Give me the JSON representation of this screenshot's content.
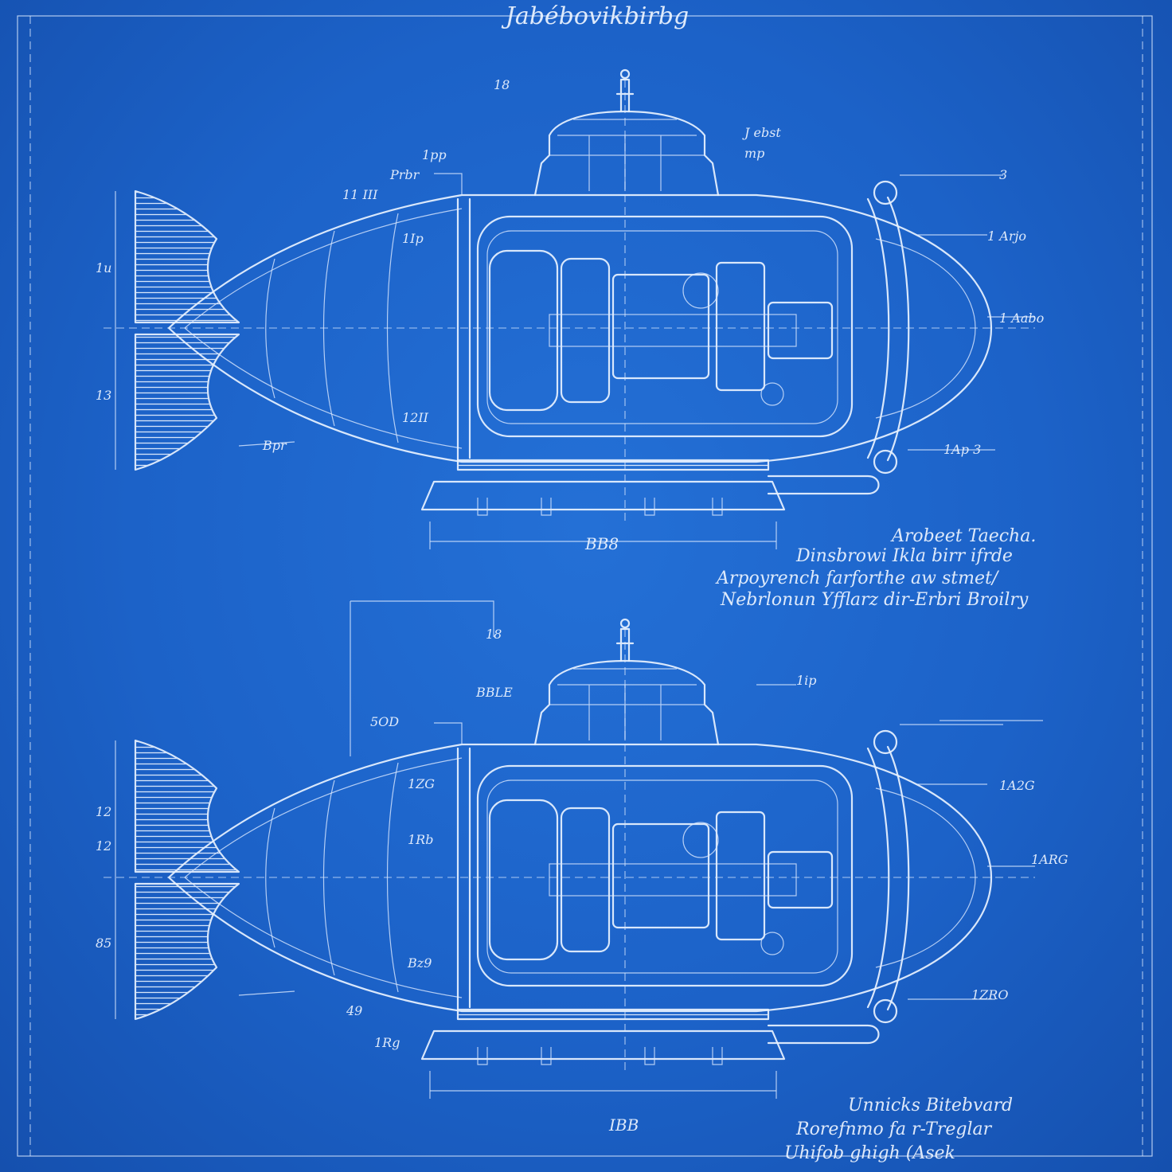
{
  "title": "Jabébovikbirbg",
  "colors": {
    "paper": "#1c62c8",
    "ink": "#e8f2ff"
  },
  "top_view": {
    "labels": {
      "mast": "18",
      "tower_note_1": "J ebst",
      "tower_note_2": "mp",
      "hatch": "3",
      "upper_left": "Prbr",
      "upper_left_2": "11 III",
      "top_mark": "1pp",
      "fin_upper": "1u",
      "fin_lower": "13",
      "right_upper": "1 Arjo",
      "right_mid": "1 Aabo",
      "right_lower": "1Ap 3",
      "hull_a": "1Ip",
      "hull_b": "12II",
      "bottom_left": "Bpr",
      "dimension": "BB8"
    },
    "notes": [
      "Arobeet Taecha.",
      "Dinsbrowi Ikla birr ifrde",
      "Arpoyrench farforthe aw stmet/",
      "Nebrlonun Yfflarz dir-Erbri  Broilry"
    ]
  },
  "bottom_view": {
    "labels": {
      "mast": "18",
      "tower_right": "1ip",
      "tower_left": "BBLE",
      "left": "5OD",
      "hull_a": "1ZG",
      "hull_b": "1Rb",
      "hull_c": "Bz9",
      "right_upper": "1A2G",
      "right_mid": "1ARG",
      "right_lower": "1ZRO",
      "fin_1": "12",
      "fin_2": "12",
      "fin_3": "85",
      "fin_4": "49",
      "bottom_left": "1Rg",
      "dimension": "IBB"
    },
    "notes": [
      "Unnicks Bitebvard",
      "Rorefnmo fa r-Treglar",
      "Uhifob ghigh (Asek"
    ]
  }
}
